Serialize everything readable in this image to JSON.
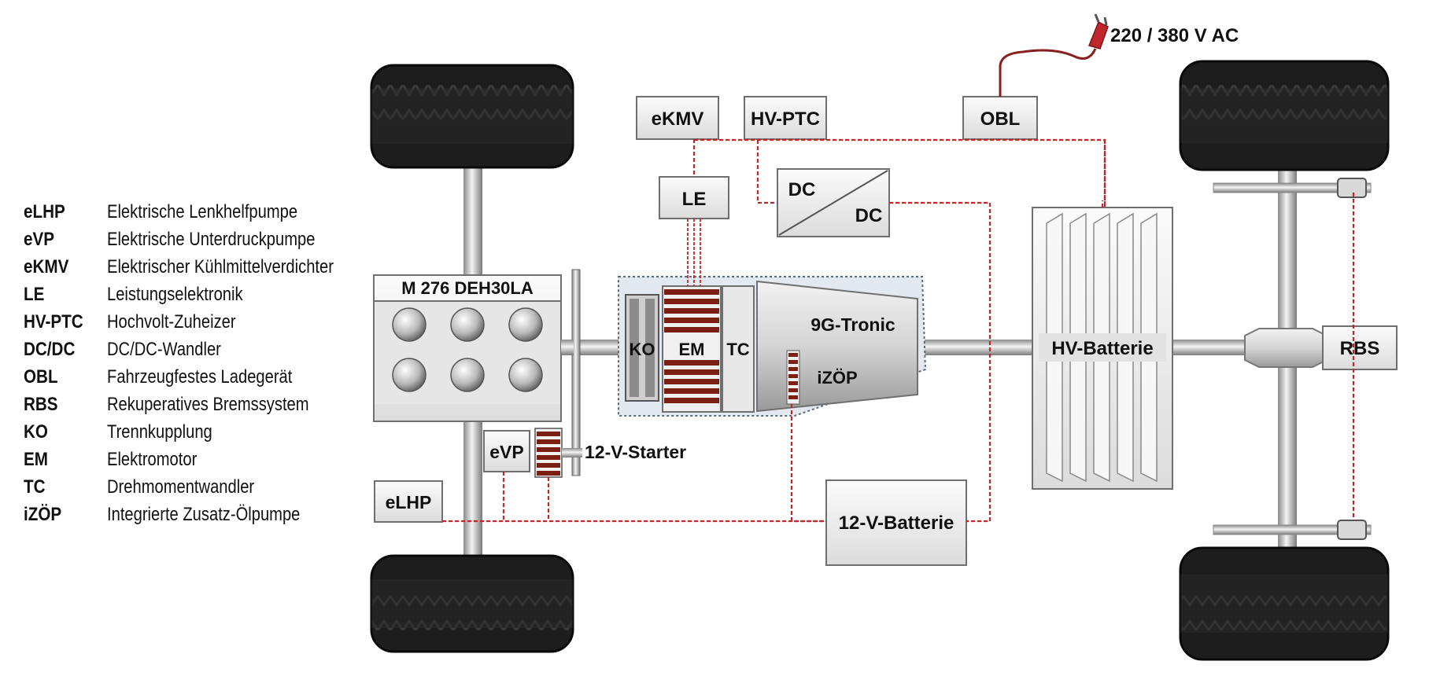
{
  "legend": [
    {
      "abbr": "eLHP",
      "desc": "Elektrische Lenkhelfpumpe"
    },
    {
      "abbr": "eVP",
      "desc": "Elektrische Unterdruckpumpe"
    },
    {
      "abbr": "eKMV",
      "desc": "Elektrischer Kühlmittelverdichter"
    },
    {
      "abbr": "LE",
      "desc": "Leistungselektronik"
    },
    {
      "abbr": "HV-PTC",
      "desc": "Hochvolt-Zuheizer"
    },
    {
      "abbr": "DC/DC",
      "desc": "DC/DC-Wandler"
    },
    {
      "abbr": "OBL",
      "desc": "Fahrzeugfestes Ladegerät"
    },
    {
      "abbr": "RBS",
      "desc": "Rekuperatives Bremssystem"
    },
    {
      "abbr": "KO",
      "desc": "Trennkupplung"
    },
    {
      "abbr": "EM",
      "desc": "Elektromotor"
    },
    {
      "abbr": "TC",
      "desc": "Drehmomentwandler"
    },
    {
      "abbr": "iZÖP",
      "desc": "Integrierte Zusatz-Ölpumpe"
    }
  ],
  "labels": {
    "ac_supply": "220 / 380 V AC",
    "ekmv": "eKMV",
    "hvptc": "HV-PTC",
    "obl": "OBL",
    "le": "LE",
    "dc_in": "DC",
    "dc_out": "DC",
    "engine": "M 276 DEH30LA",
    "ko": "KO",
    "em": "EM",
    "tc": "TC",
    "transmission": "9G-Tronic",
    "izoep": "iZÖP",
    "hv_battery": "HV-Batterie",
    "rbs": "RBS",
    "evp": "eVP",
    "starter": "12-V-Starter",
    "elhp": "eLHP",
    "battery_12v": "12-V-Batterie"
  },
  "colors": {
    "wiring": "#c0272d",
    "tire": "#1b1b1b",
    "component_fill": "#ebebeb",
    "component_stroke": "#6f6f6f",
    "winding": "#7a1f12"
  }
}
